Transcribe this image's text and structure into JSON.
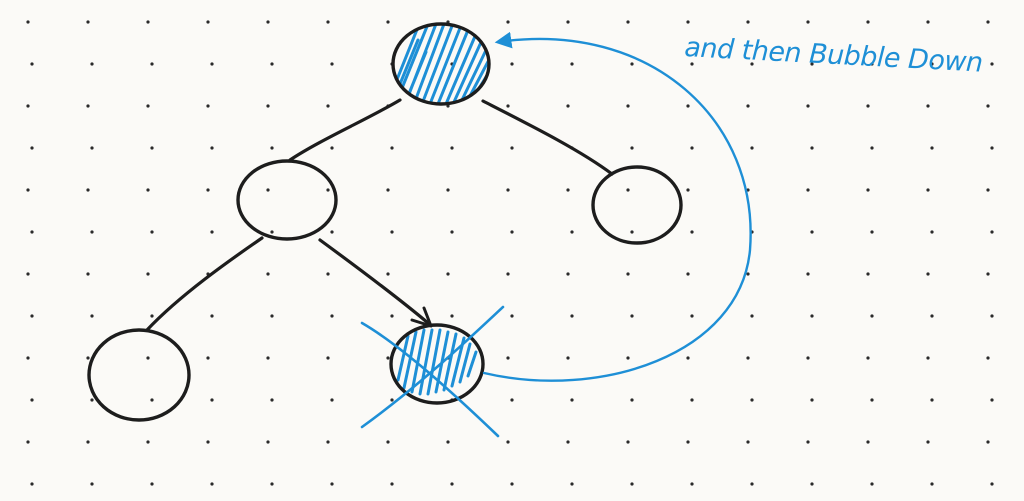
{
  "annotation": {
    "text": "and then Bubble Down"
  },
  "colors": {
    "ink": "#1d1d1d",
    "highlight": "#1e8fd6",
    "paper": "#fbfaf7",
    "dot": "#2b2b2b"
  },
  "tree": {
    "nodes": [
      {
        "id": "root",
        "hatched": true,
        "crossed": false
      },
      {
        "id": "left-child",
        "hatched": false,
        "crossed": false
      },
      {
        "id": "right-child",
        "hatched": false,
        "crossed": false
      },
      {
        "id": "left-left-grandchild",
        "hatched": false,
        "crossed": false
      },
      {
        "id": "left-right-grandchild",
        "hatched": true,
        "crossed": true
      }
    ],
    "edges": [
      {
        "from": "root",
        "to": "left-child",
        "arrow": false
      },
      {
        "from": "root",
        "to": "right-child",
        "arrow": false
      },
      {
        "from": "left-child",
        "to": "left-left-grandchild",
        "arrow": false
      },
      {
        "from": "left-child",
        "to": "left-right-grandchild",
        "arrow": true
      }
    ],
    "move_arrow": {
      "from": "left-right-grandchild",
      "to": "root"
    }
  }
}
